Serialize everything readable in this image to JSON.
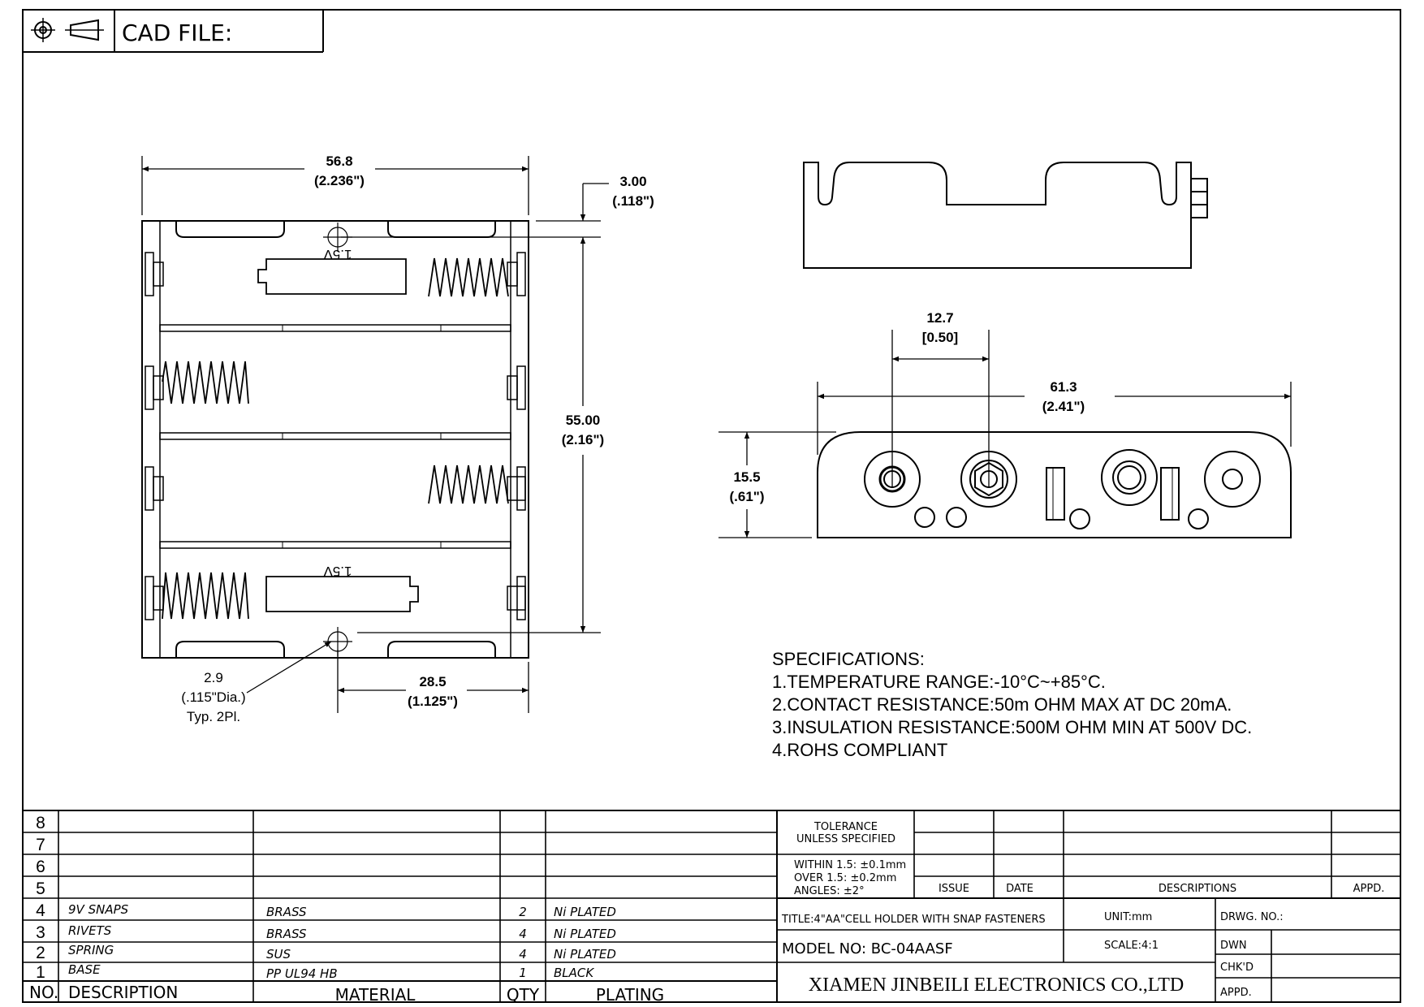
{
  "cad_file_label": "CAD FILE:",
  "top_view": {
    "width_mm": "56.8",
    "width_in": "(2.236\")",
    "offset_mm": "3.00",
    "offset_in": "(.118\")",
    "height_mm": "55.00",
    "height_in": "(2.16\")",
    "half_mm": "28.5",
    "half_in": "(1.125\")",
    "hole_mm": "2.9",
    "hole_in": "(.115\"Dia.)",
    "hole_note": "Typ. 2Pl.",
    "cell_label_top": "1.5V",
    "cell_label_bottom": "1.5V"
  },
  "end_view": {
    "spacing_mm": "12.7",
    "spacing_in": "[0.50]",
    "length_mm": "61.3",
    "length_in": "(2.41\")",
    "depth_mm": "15.5",
    "depth_in": "(.61\")"
  },
  "specifications": {
    "heading": "SPECIFICATIONS:",
    "lines": [
      "1.TEMPERATURE RANGE:-10°C~+85°C.",
      "2.CONTACT RESISTANCE:50m OHM MAX AT DC 20mA.",
      "3.INSULATION RESISTANCE:500M OHM MIN AT 500V DC.",
      "4.ROHS COMPLIANT"
    ]
  },
  "bom": {
    "headers": {
      "no": "NO.",
      "description": "DESCRIPTION",
      "material": "MATERIAL",
      "qty": "QTY",
      "plating": "PLATING"
    },
    "rows": [
      {
        "no": "8",
        "description": "",
        "material": "",
        "qty": "",
        "plating": ""
      },
      {
        "no": "7",
        "description": "",
        "material": "",
        "qty": "",
        "plating": ""
      },
      {
        "no": "6",
        "description": "",
        "material": "",
        "qty": "",
        "plating": ""
      },
      {
        "no": "5",
        "description": "",
        "material": "",
        "qty": "",
        "plating": ""
      },
      {
        "no": "4",
        "description": "9V SNAPS",
        "material": "BRASS",
        "qty": "2",
        "plating": "Ni PLATED"
      },
      {
        "no": "3",
        "description": "RIVETS",
        "material": "BRASS",
        "qty": "4",
        "plating": "Ni PLATED"
      },
      {
        "no": "2",
        "description": "SPRING",
        "material": "SUS",
        "qty": "4",
        "plating": "Ni PLATED"
      },
      {
        "no": "1",
        "description": "BASE",
        "material": "PP UL94 HB",
        "qty": "1",
        "plating": "BLACK"
      }
    ]
  },
  "title_block": {
    "tolerance_line1": "TOLERANCE",
    "tolerance_line2": "UNLESS SPECIFIED",
    "within": "WITHIN 1.5: ±0.1mm",
    "over": "OVER 1.5:  ±0.2mm",
    "angles": "ANGLES: ±2°",
    "issue": "ISSUE",
    "date": "DATE",
    "descriptions": "DESCRIPTIONS",
    "appd": "APPD.",
    "title": "TITLE:4\"AA\"CELL HOLDER WITH SNAP FASTENERS",
    "unit": "UNIT:mm",
    "drwg_no": "DRWG. NO.:",
    "model_no": "MODEL NO: BC-04AASF",
    "scale": "SCALE:4:1",
    "dwn": "DWN",
    "chkd": "CHK'D",
    "appd2": "APPD.",
    "company": "XIAMEN JINBEILI ELECTRONICS CO.,LTD"
  }
}
